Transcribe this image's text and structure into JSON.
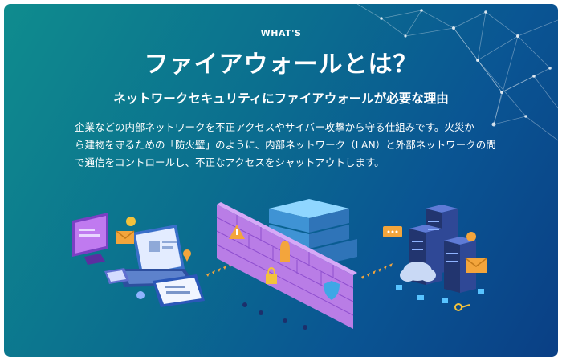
{
  "header": {
    "eyebrow": "WHAT'S",
    "title": "ファイアウォールとは？",
    "subtitle": "ネットワークセキュリティにファイアウォールが必要な理由"
  },
  "description": "企業などの内部ネットワークを不正アクセスやサイバー攻撃から守る仕組みです。火災か\nら建物を守るための「防火壁」のように、内部ネットワーク（LAN）と外部ネットワークの間\nで通信をコントロールし、不正なアクセスをシャットアウトします。",
  "colors": {
    "bg_start": "#0f8c8e",
    "bg_end": "#0a3f85",
    "firewall_wall": "#b97de6",
    "arrow_dots": "#f3a53c",
    "server_blocks": "#4fb6e6"
  },
  "illustration": {
    "icons": [
      "monitor-icon",
      "laptop-icon",
      "tablet-icon",
      "smartphone-icon",
      "email-icon",
      "location-pin-icon",
      "warning-icon",
      "lock-icon",
      "hand-stop-icon",
      "shield-icon",
      "server-rack-icon",
      "cloud-icon",
      "key-icon",
      "chat-bubble-icon"
    ]
  }
}
